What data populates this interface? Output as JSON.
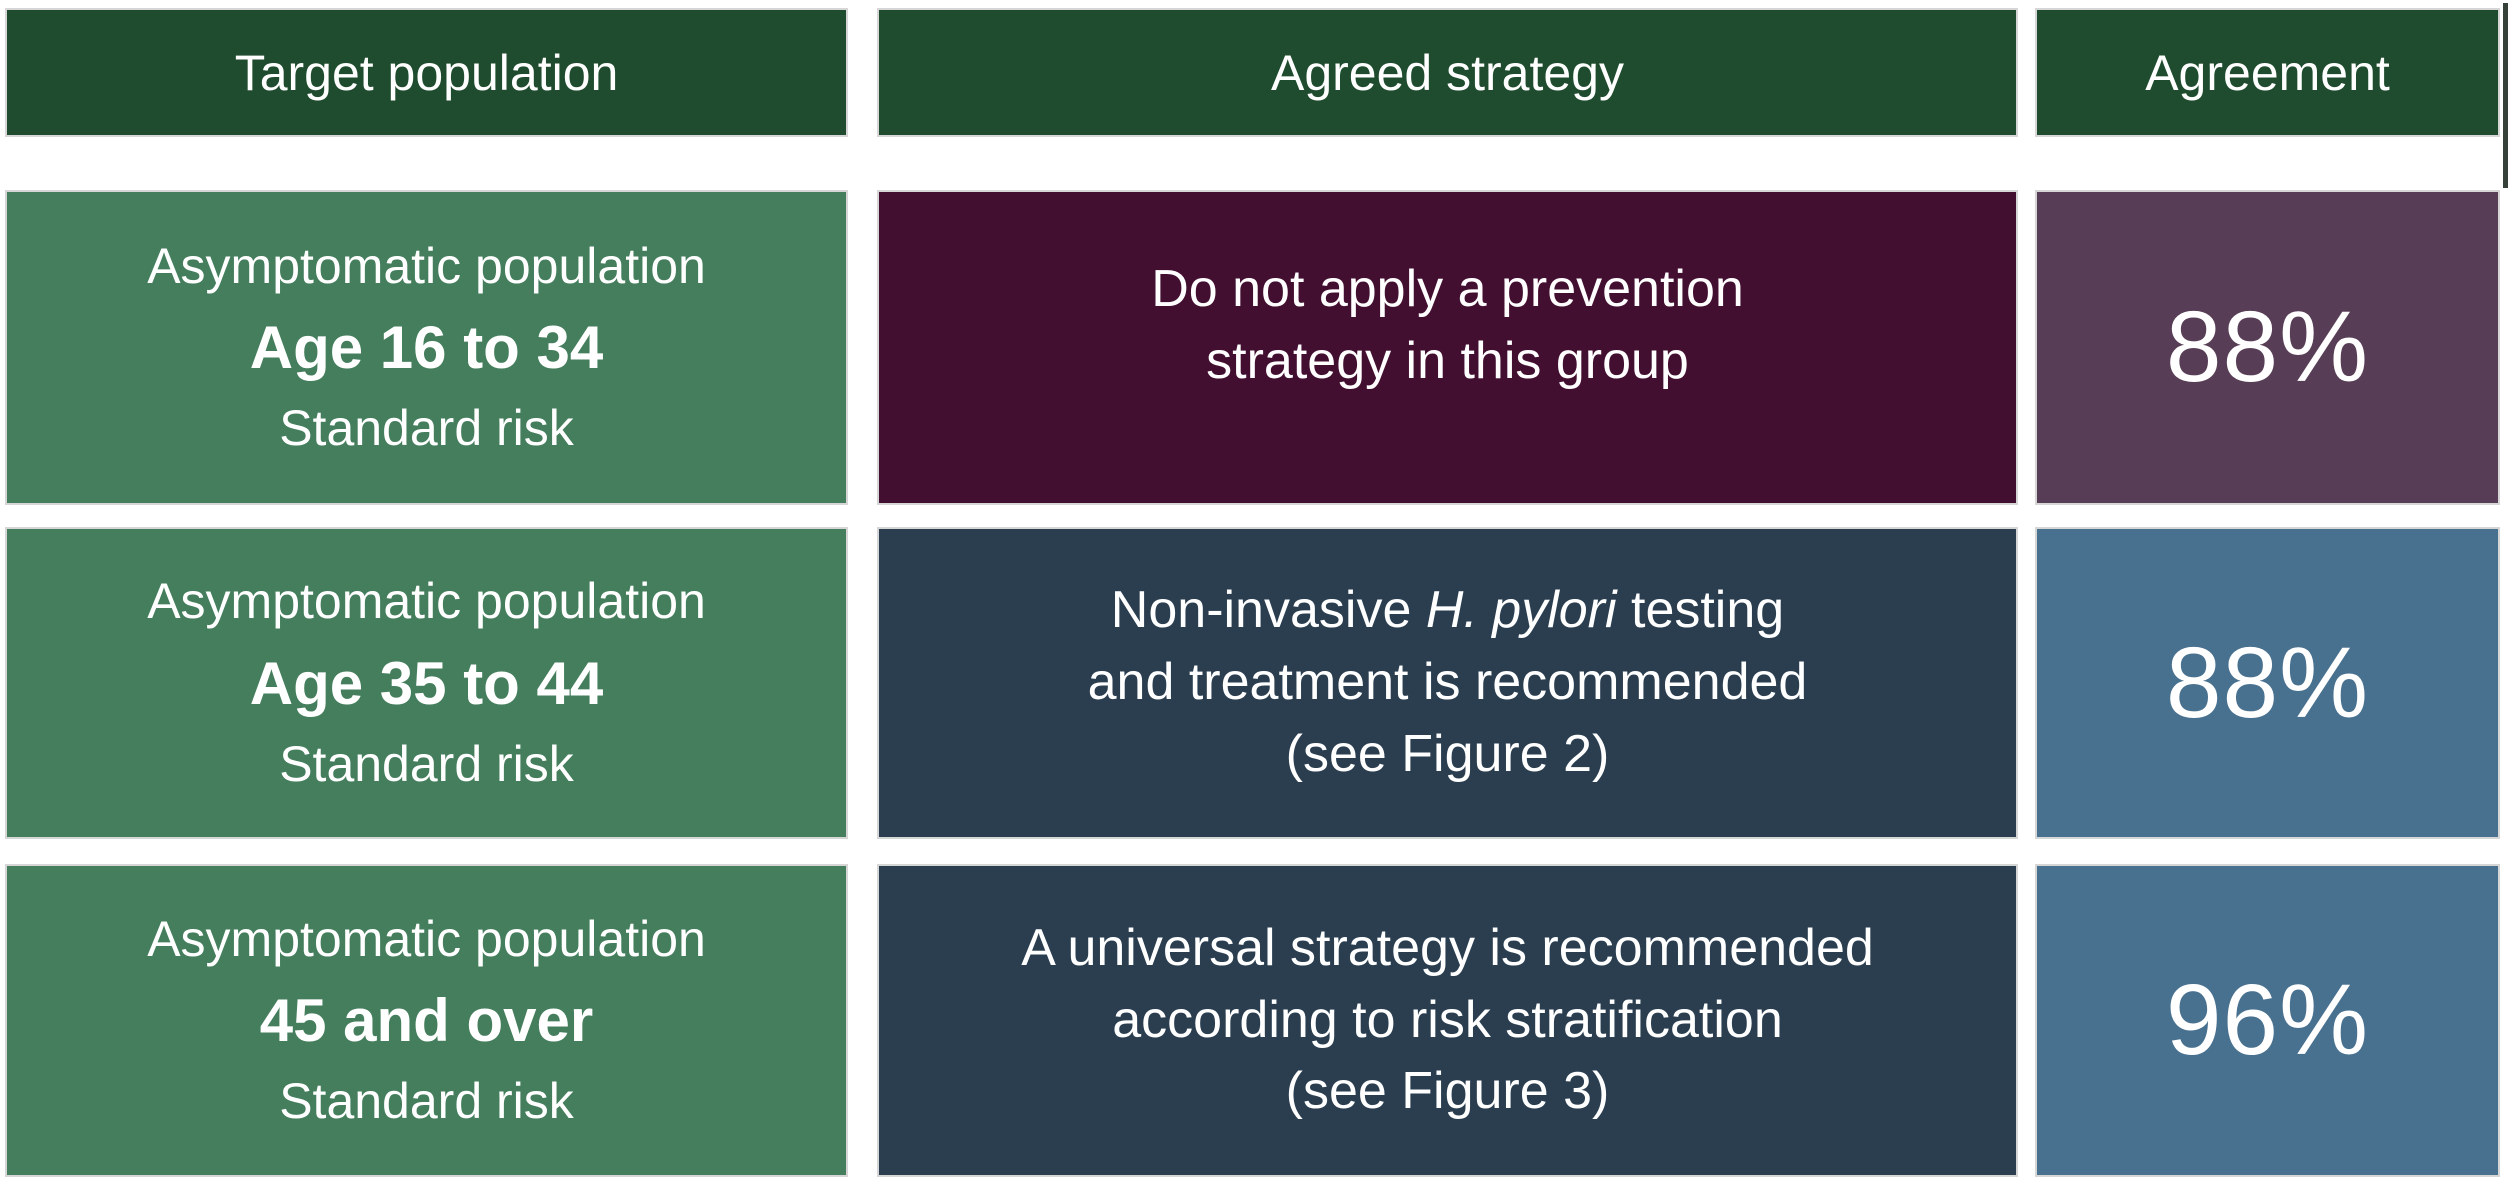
{
  "figure": {
    "headers": {
      "population": "Target population",
      "strategy": "Agreed strategy",
      "agreement": "Agreement"
    },
    "rows": [
      {
        "population": {
          "group": "Asymptomatic population",
          "age": "Age 16 to 34",
          "risk": "Standard risk"
        },
        "strategy": {
          "line1": "Do not apply a prevention",
          "line2": "strategy in this group"
        },
        "agreement": "88%"
      },
      {
        "population": {
          "group": "Asymptomatic population",
          "age": "Age 35 to 44",
          "risk": "Standard risk"
        },
        "strategy": {
          "line1_pre": "Non-invasive ",
          "line1_italic": "H. pylori",
          "line1_post": " testing",
          "line2": "and treatment is recommended",
          "line3": "(see Figure 2)"
        },
        "agreement": "88%"
      },
      {
        "population": {
          "group": "Asymptomatic population",
          "age": "45 and over",
          "risk": "Standard risk"
        },
        "strategy": {
          "line1": "A universal strategy is recommended",
          "line2": "according to risk stratification",
          "line3": "(see Figure 3)"
        },
        "agreement": "96%"
      }
    ],
    "colors": {
      "header_green": "#1f4c2e",
      "population_green": "#447e5d",
      "no_strategy_maroon": "#430f31",
      "agreement_plum": "#573d55",
      "strategy_navy": "#2a3e50",
      "agreement_blue": "#48708f",
      "text": "#ffffff"
    }
  }
}
